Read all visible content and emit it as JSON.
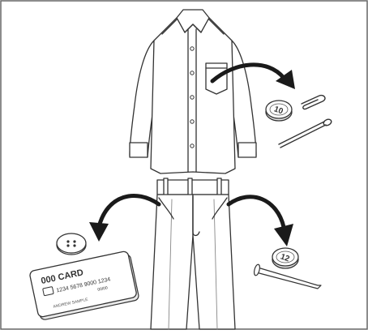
{
  "illustration": {
    "card_title": "000 CARD",
    "card_number": "1234 5678 9000 1234",
    "card_small_text": "00/00",
    "card_name_text": "ANDREW SAMPLE",
    "coin_shirt_label": "10",
    "coin_pants_label": "12",
    "colors": {
      "line": "#333333",
      "fill": "#ffffff",
      "light_fill": "#f2f2f2",
      "arrow": "#1a1a1a"
    }
  }
}
